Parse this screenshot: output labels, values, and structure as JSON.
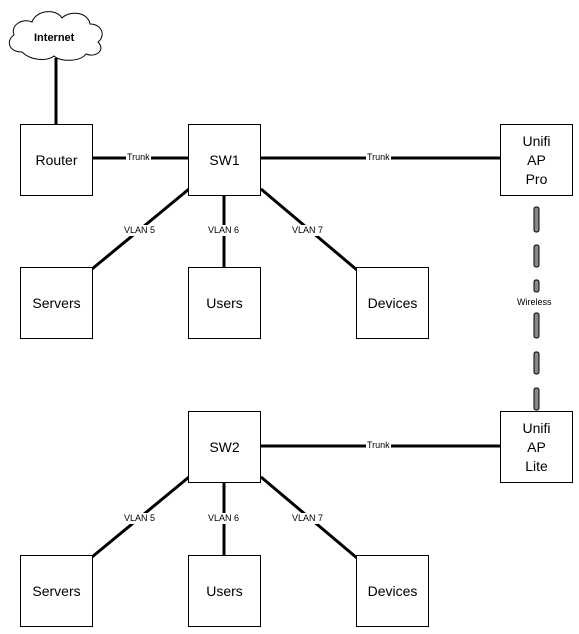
{
  "internet": {
    "label": "Internet"
  },
  "nodes": {
    "router": "Router",
    "sw1": "SW1",
    "sw2": "SW2",
    "ap_pro": "Unifi\nAP\nPro",
    "ap_lite": "Unifi\nAP\nLite",
    "servers1": "Servers",
    "users1": "Users",
    "devices1": "Devices",
    "servers2": "Servers",
    "users2": "Users",
    "devices2": "Devices"
  },
  "links": {
    "trunk_router_sw1": "Trunk",
    "trunk_sw1_appro": "Trunk",
    "trunk_sw2_aplite": "Trunk",
    "wireless": "Wireless",
    "sw1_vlan5": "VLAN 5",
    "sw1_vlan6": "VLAN 6",
    "sw1_vlan7": "VLAN 7",
    "sw2_vlan5": "VLAN 5",
    "sw2_vlan6": "VLAN 6",
    "sw2_vlan7": "VLAN 7"
  }
}
